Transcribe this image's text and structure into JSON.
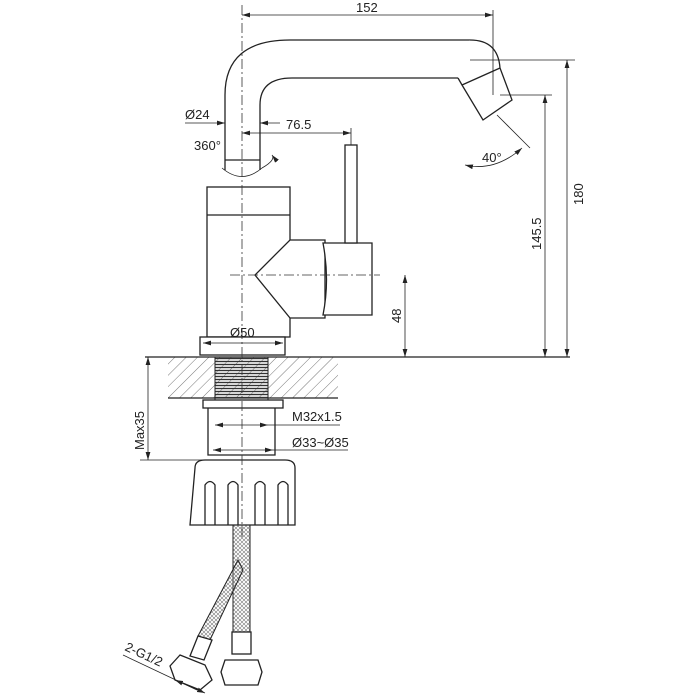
{
  "title": "Basin mixer tap dimension drawing",
  "dimensions": {
    "spout_reach": "152",
    "pipe_diameter": "Ø24",
    "handle_offset": "76.5",
    "swivel": "360°",
    "outlet_angle": "40°",
    "outlet_height": "145.5",
    "total_height": "180",
    "handle_height": "48",
    "base_diameter": "Ø50",
    "thread": "M32x1.5",
    "hole_diameter": "Ø33~Ø35",
    "max_deck": "Max35",
    "hose_connection": "2-G1/2"
  },
  "colors": {
    "line": "#222222",
    "background": "#ffffff"
  }
}
